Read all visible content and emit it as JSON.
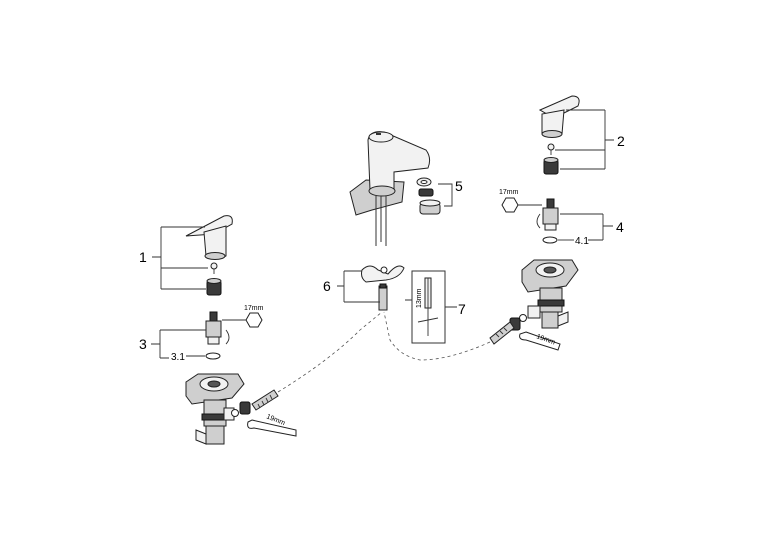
{
  "callouts": {
    "c1": "1",
    "c2": "2",
    "c3": "3",
    "c3_1": "3.1",
    "c4": "4",
    "c4_1": "4.1",
    "c5": "5",
    "c6": "6",
    "c7": "7"
  },
  "dimensions": {
    "wrench_left_top": "17mm",
    "wrench_right_top": "17mm",
    "wrench_left_bottom": "19mm",
    "wrench_right_bottom": "19mm",
    "wrench_center": "13mm"
  },
  "icons": [
    "hex-wrench-icon",
    "open-wrench-icon",
    "rotate-arrow-icon"
  ],
  "colors": {
    "line": "#222222",
    "part_fill": "#cfcfcf",
    "dark_fill": "#3a3a3a"
  }
}
